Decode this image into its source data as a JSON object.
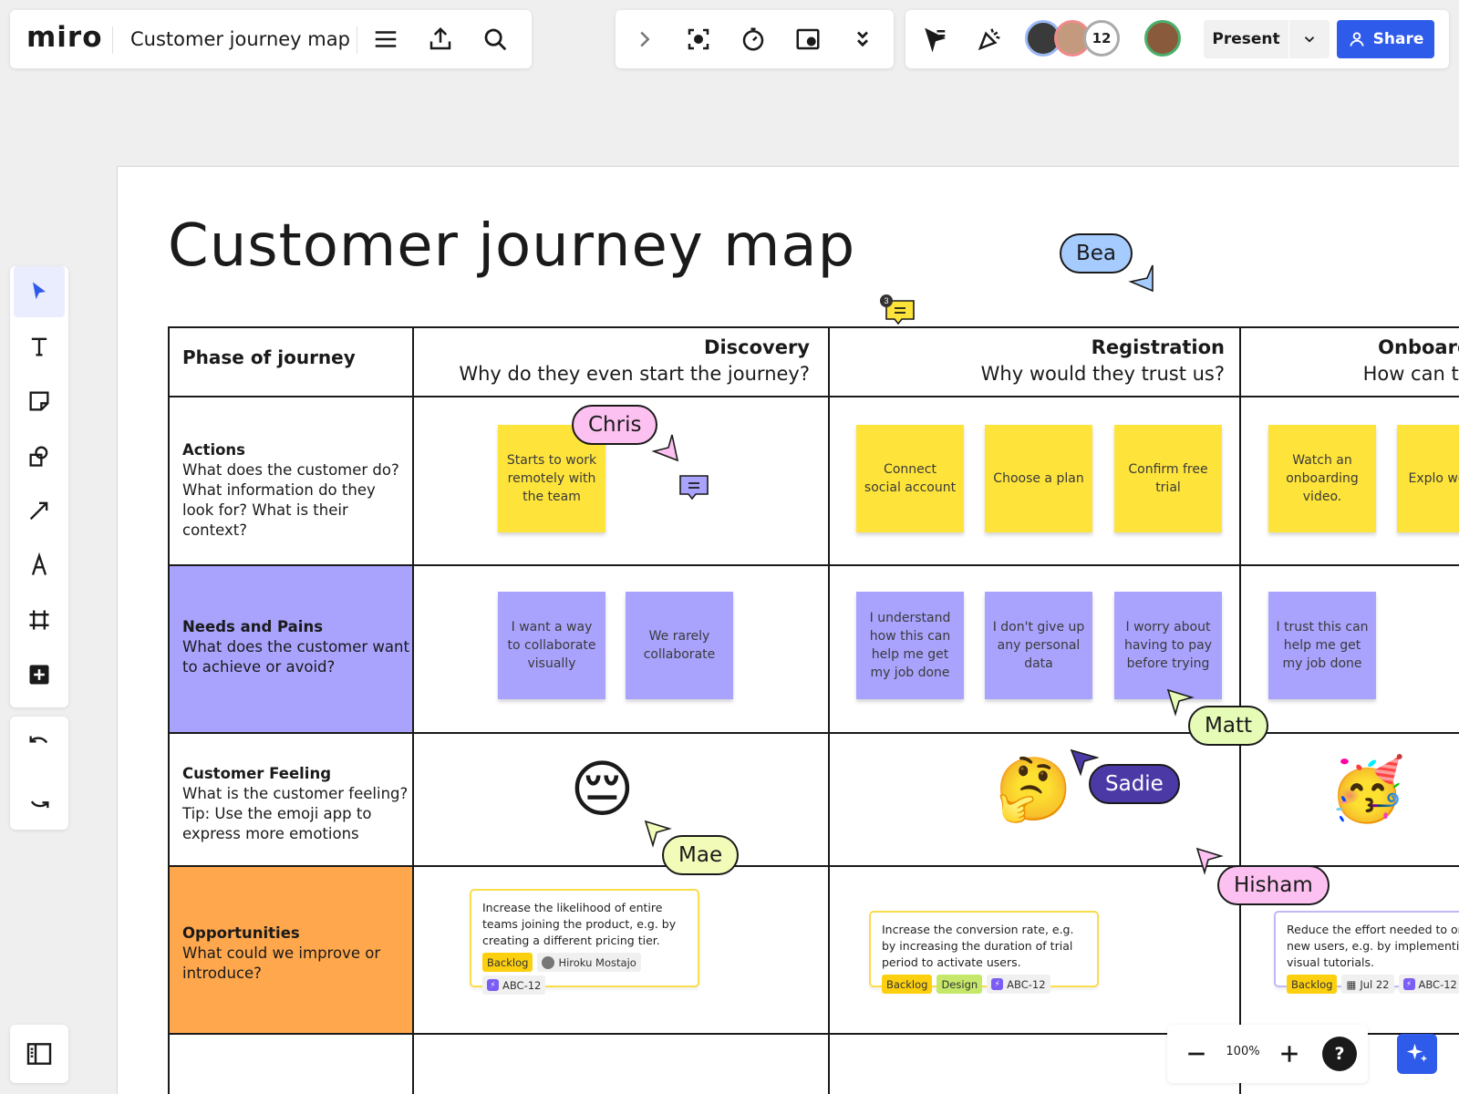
{
  "app": {
    "logo": "miro",
    "board_title": "Customer journey map"
  },
  "header": {
    "left_icons": [
      "menu-icon",
      "upload-icon",
      "search-icon"
    ],
    "center_icons": [
      "chevron-right-icon",
      "focus-icon",
      "timer-icon",
      "embed-icon",
      "chevrons-down-icon"
    ],
    "right_icons": [
      "cursor-hide-icon",
      "celebrate-icon"
    ],
    "collaborator_count": "12",
    "present_label": "Present",
    "share_label": "Share",
    "share_color": "#2f5bea"
  },
  "left_toolbar": {
    "tools": [
      "select-icon",
      "text-icon",
      "sticky-note-icon",
      "shapes-icon",
      "line-icon",
      "pen-icon",
      "frame-icon",
      "add-icon"
    ],
    "history": [
      "undo-icon",
      "redo-icon"
    ]
  },
  "board": {
    "title": "Customer journey map",
    "phase_of_journey": "Phase of journey",
    "phases": [
      {
        "name": "Discovery",
        "question": "Why do they even start the journey?"
      },
      {
        "name": "Registration",
        "question": "Why would they trust us?"
      },
      {
        "name": "Onboard",
        "question": "How can th"
      }
    ],
    "rows": [
      {
        "title": "Actions",
        "desc": "What does the customer do? What information do they look for? What is their context?",
        "color": "#ffffff"
      },
      {
        "title": "Needs and Pains",
        "desc": "What does the customer want to achieve or avoid?",
        "color": "#a9a3fd"
      },
      {
        "title": "Customer Feeling",
        "desc": "What is the customer feeling? Tip: Use the emoji app to express more emotions",
        "color": "#ffffff"
      },
      {
        "title": "Opportunities",
        "desc": "What could we improve or introduce?",
        "color": "#ffa74d"
      }
    ],
    "action_stickies": [
      "Starts to work remotely with the team",
      "Connect social account",
      "Choose a plan",
      "Confirm free trial",
      "Watch an onboarding video.",
      "Explo worksp"
    ],
    "needs_stickies": [
      "I want a way to collaborate visually",
      "We rarely collaborate",
      "I understand how this can help me get my job done",
      "I don't give up any personal data",
      "I worry about having to pay before trying",
      "I trust this can help me get my job done"
    ],
    "feelings": [
      "😔",
      "🤔",
      "🥳"
    ],
    "cards": [
      {
        "text": "Increase the likelihood of entire teams joining the product, e.g. by creating a different pricing tier.",
        "tags": [
          "Backlog",
          "Hiroku Mostajo",
          "ABC-12"
        ]
      },
      {
        "text": "Increase the conversion rate, e.g. by increasing the duration of trial period to activate users.",
        "tags": [
          "Backlog",
          "Design",
          "ABC-12"
        ]
      },
      {
        "text": "Reduce the effort needed to onb new users, e.g. by implementing visual tutorials.",
        "tags": [
          "Backlog",
          "Jul 22",
          "ABC-12"
        ]
      }
    ],
    "comment_count": "3"
  },
  "cursors": [
    {
      "name": "Bea",
      "color": "#a6cbff"
    },
    {
      "name": "Chris",
      "color": "#fdc1f1"
    },
    {
      "name": "Matt",
      "color": "#e6fbb6"
    },
    {
      "name": "Sadie",
      "color": "#4b3aa6"
    },
    {
      "name": "Mae",
      "color": "#f3fbb9"
    },
    {
      "name": "Hisham",
      "color": "#fdc1f1"
    }
  ],
  "zoom": {
    "level": "100%"
  }
}
